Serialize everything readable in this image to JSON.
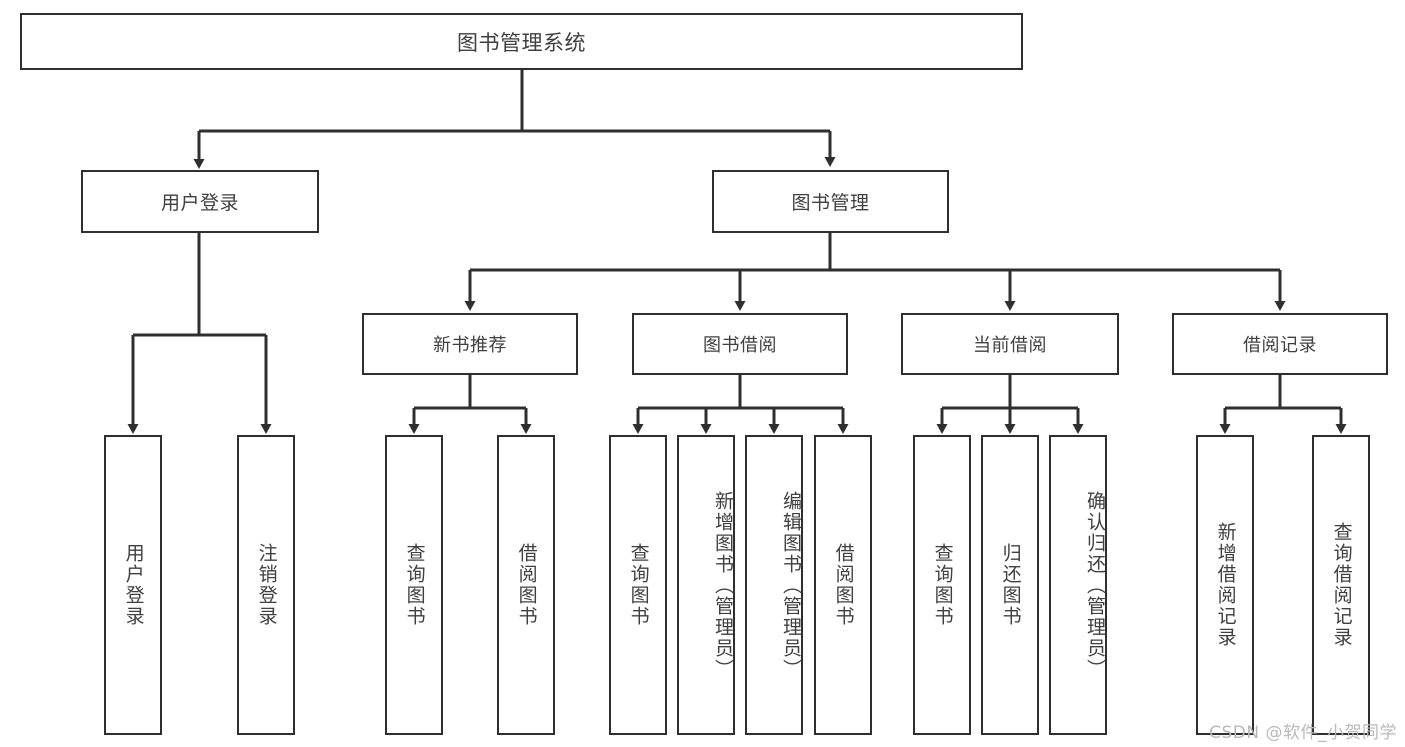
{
  "diagram": {
    "title": "图书管理系统",
    "type": "tree-hierarchy",
    "watermark": "CSDN @软件_小贺同学",
    "colors": {
      "stroke": "#2f2f2f",
      "box_fill": "#ffffff",
      "text": "#404040",
      "watermark": "#b9b9b9",
      "background": "#ffffff"
    },
    "root": {
      "label": "图书管理系统"
    },
    "level2": [
      {
        "label": "用户登录"
      },
      {
        "label": "图书管理"
      }
    ],
    "level3": [
      {
        "label": "新书推荐"
      },
      {
        "label": "图书借阅"
      },
      {
        "label": "当前借阅"
      },
      {
        "label": "借阅记录"
      }
    ],
    "leaves": {
      "user_login": [
        {
          "label": "用户登录"
        },
        {
          "label": "注销登录"
        }
      ],
      "new_book": [
        {
          "label": "查询图书"
        },
        {
          "label": "借阅图书"
        }
      ],
      "book_borrow": [
        {
          "label": "查询图书"
        },
        {
          "label": "新增图书（管理员）"
        },
        {
          "label": "编辑图书（管理员）"
        },
        {
          "label": "借阅图书"
        }
      ],
      "current_borrow": [
        {
          "label": "查询图书"
        },
        {
          "label": "归还图书"
        },
        {
          "label": "确认归还（管理员）"
        }
      ],
      "borrow_record": [
        {
          "label": "新增借阅记录"
        },
        {
          "label": "查询借阅记录"
        }
      ]
    }
  }
}
